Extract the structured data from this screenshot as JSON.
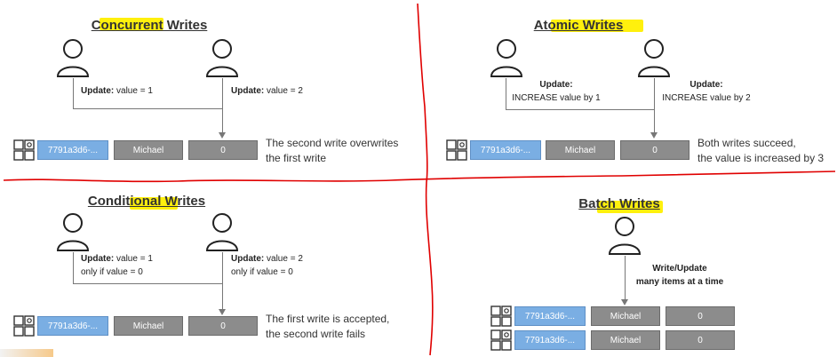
{
  "colors": {
    "accent_highlight": "#ffef00",
    "key_cell": "#7aaee3",
    "value_cell": "#8c8c8c",
    "divider": "#e00000"
  },
  "concurrent": {
    "title": "Concurrent Writes",
    "update1_bold": "Update:",
    "update1_text": " value = 1",
    "update2_bold": "Update:",
    "update2_text": " value = 2",
    "row": {
      "key": "7791a3d6-...",
      "name": "Michael",
      "value": "0"
    },
    "desc_line1": "The second write overwrites",
    "desc_line2": "the first write"
  },
  "atomic": {
    "title": "Atomic Writes",
    "update1_bold": "Update:",
    "update1_line2": "INCREASE value by 1",
    "update2_bold": "Update:",
    "update2_line2": "INCREASE value by 2",
    "row": {
      "key": "7791a3d6-...",
      "name": "Michael",
      "value": "0"
    },
    "desc_line1": "Both writes succeed,",
    "desc_line2": "the value is increased by 3"
  },
  "conditional": {
    "title": "Conditional Writes",
    "update1_bold": "Update:",
    "update1_text": " value = 1",
    "update1_line2": "only if value = 0",
    "update2_bold": "Update:",
    "update2_text": " value = 2",
    "update2_line2": "only if value = 0",
    "row": {
      "key": "7791a3d6-...",
      "name": "Michael",
      "value": "0"
    },
    "desc_line1": "The first write is accepted,",
    "desc_line2": "the second write fails"
  },
  "batch": {
    "title": "Batch Writes",
    "update_line1": "Write/Update",
    "update_line2": "many items at a time",
    "rows": [
      {
        "key": "7791a3d6-...",
        "name": "Michael",
        "value": "0"
      },
      {
        "key": "7791a3d6-...",
        "name": "Michael",
        "value": "0"
      }
    ]
  }
}
